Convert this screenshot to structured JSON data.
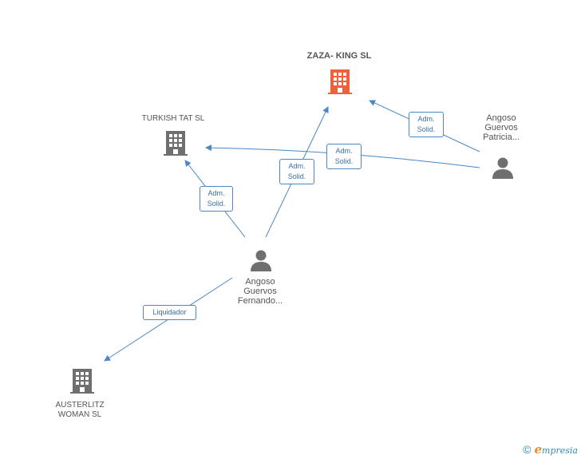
{
  "nodes": {
    "zaza_king": {
      "label": "ZAZA- KING SL",
      "type": "company",
      "highlight": true
    },
    "turkish_tat": {
      "label": "TURKISH TAT SL",
      "type": "company"
    },
    "austerlitz": {
      "label_line1": "AUSTERLITZ",
      "label_line2": "WOMAN SL",
      "type": "company"
    },
    "fernando": {
      "line1": "Angoso",
      "line2": "Guervos",
      "line3": "Fernando...",
      "type": "person"
    },
    "patricia": {
      "line1": "Angoso",
      "line2": "Guervos",
      "line3": "Patricia...",
      "type": "person"
    }
  },
  "edges": {
    "fernando_turkish": {
      "line1": "Adm.",
      "line2": "Solid."
    },
    "fernando_zaza": {
      "line1": "Adm.",
      "line2": "Solid."
    },
    "patricia_turkish": {
      "line1": "Adm.",
      "line2": "Solid."
    },
    "patricia_zaza": {
      "line1": "Adm.",
      "line2": "Solid."
    },
    "fernando_austerlitz": {
      "line1": "Liquidador"
    }
  },
  "colors": {
    "edge": "#4a86c8",
    "company": "#6f6f6f",
    "company_highlight": "#f0603a",
    "person": "#6f6f6f"
  },
  "footer": {
    "copyright": "©",
    "brand_initial": "e",
    "brand_rest": "mpresia"
  }
}
